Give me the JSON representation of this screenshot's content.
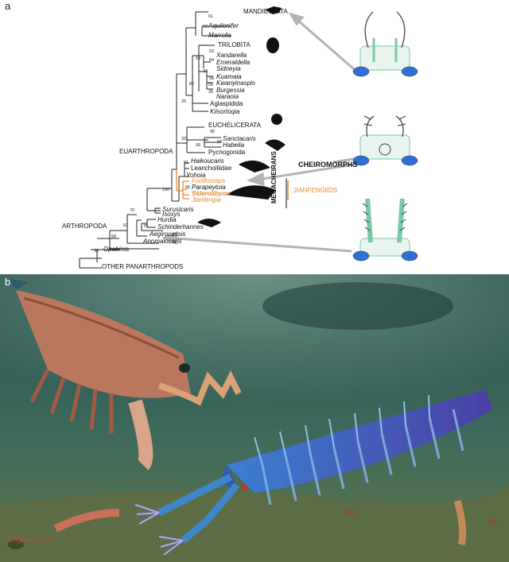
{
  "panel_a": {
    "letter": "a",
    "groups": {
      "mandibulata": "MANDIBULATA",
      "trilobita": "TRILOBITA",
      "euchelicerata": "EUCHELICERATA",
      "euarthropoda": "EUARTHROPODA",
      "arthropoda": "ARTHROPODA",
      "other": "OTHER PANARTHROPODS",
      "cheiromorphs": "CHEIROMORPHS",
      "megacheirans": "MEGACHEIRANS",
      "jianfengiids": "JIANFENGIIDS"
    },
    "taxa": {
      "aquilonifer": "Aquilonifer",
      "marrella": "Marrella",
      "xandarella": "Xandarella",
      "emeraldella": "Emeraldella",
      "sidneyia": "Sidneyia",
      "kuamaia": "Kuamaia",
      "kwanyinaspis": "Kwanyinaspis",
      "burgessia": "Burgessia",
      "naraoia": "Naraoia",
      "aglaspidida": "Aglaspidida",
      "kiisortoqia": "Kiisortoqia",
      "sanctacaris": "Sanctacaris",
      "habelia": "Habelia",
      "pycnogonida": "Pycnogonida",
      "haikoucaris": "Haikoucaris",
      "leanchoiliidae": "Leanchoiliidae",
      "yohoia": "Yohoia",
      "fortiforceps": "Fortiforceps",
      "parapeytoia": "Parapeytoia",
      "sklerolibyon": "Sklerolibyon",
      "jianfengia": "Jianfengia",
      "surusicaris": "Surusicaris",
      "isoxys": "Isoxys",
      "hurdia": "Hurdia",
      "schinderhannes": "Schinderhannes",
      "aegirocassis": "Aegirocassis",
      "anomalocaris": "Anomalocaris",
      "opabinia": "Opabinia"
    },
    "support": {
      "n61": "61",
      "n58": "58",
      "n69": "69",
      "n93": "93",
      "n84": "84",
      "n82": "82",
      "n39": "39",
      "n98": "98",
      "n56": "56",
      "n36": "36",
      "n25": "25",
      "n95": "95",
      "n33": "33",
      "n99": "99",
      "n58b": "58",
      "n81": "81",
      "n100": "100",
      "n66": "66",
      "n70": "70",
      "n97": "97",
      "n75": "75",
      "n99b": "99",
      "n98b": "98"
    }
  },
  "panel_b": {
    "letter": "b",
    "signature": "Dinghua 2017"
  },
  "colors": {
    "jianfeng": "#e8862a",
    "arrow": "#b4b4b4",
    "eye": "#2f6fd6",
    "appendage": "#7ac9a7",
    "water_top": "#2c5a55",
    "water_bottom": "#6b7f52"
  }
}
